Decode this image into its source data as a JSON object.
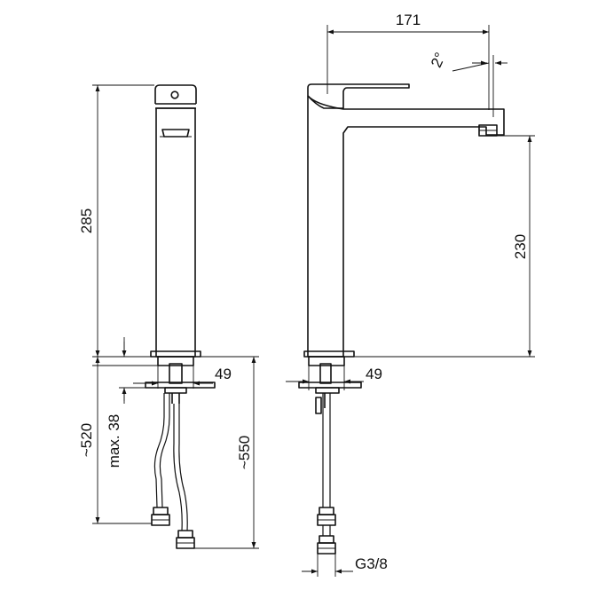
{
  "diagram": {
    "subject": "tall single-lever basin mixer technical drawing",
    "views": [
      "front-view",
      "side-view"
    ],
    "line_color": "#111111",
    "background": "#ffffff"
  },
  "dimensions": {
    "spout_reach": "171",
    "spout_angle": "2°",
    "front_height": "285",
    "spout_height": "230",
    "base_diameter_front": "49",
    "base_diameter_side": "49",
    "hose_length_short": "~520",
    "max_deck_thickness": "max. 38",
    "hose_length_long": "~550",
    "connection_thread": "G3/8"
  }
}
